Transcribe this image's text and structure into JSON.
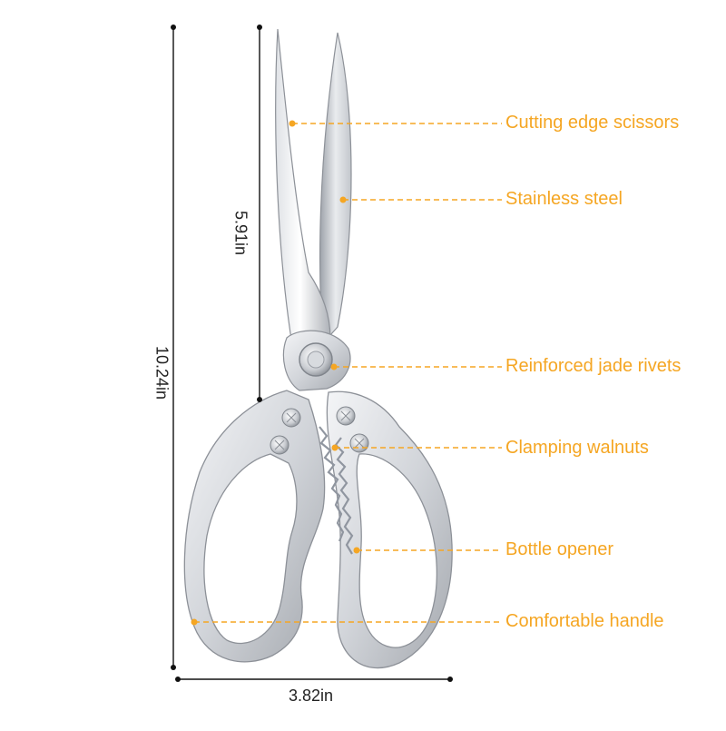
{
  "colors": {
    "accent": "#F5A623",
    "dimension_line": "#111111",
    "metal_light": "#f1f2f4",
    "metal_mid": "#c7cacf",
    "metal_dark": "#8d9198"
  },
  "dimensions": {
    "total_height": "10.24in",
    "blade_length": "5.91in",
    "width": "3.82in"
  },
  "callouts": [
    {
      "label": "Cutting edge scissors"
    },
    {
      "label": "Stainless steel"
    },
    {
      "label": "Reinforced jade rivets"
    },
    {
      "label": "Clamping walnuts"
    },
    {
      "label": "Bottle opener"
    },
    {
      "label": "Comfortable handle"
    }
  ]
}
